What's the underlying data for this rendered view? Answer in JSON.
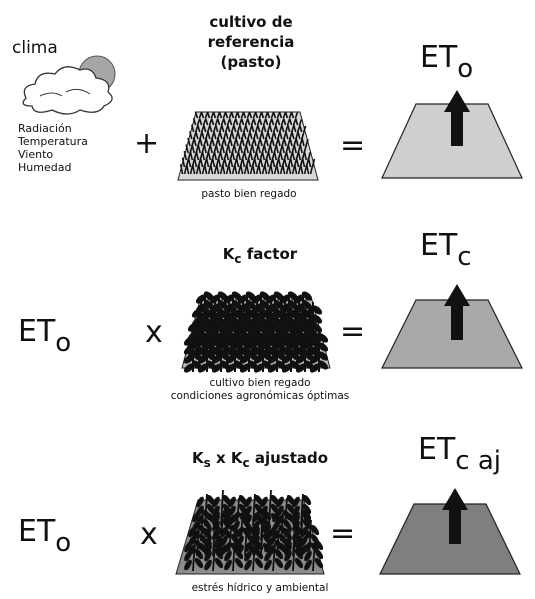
{
  "row1": {
    "clima_label": "clima",
    "weather_lines": [
      "Radiación",
      "Temperatura",
      "Viento",
      "Humedad"
    ],
    "plus": "+",
    "crop_title_lines": [
      "cultivo de",
      "referencia",
      "(pasto)"
    ],
    "crop_caption": "pasto bien regado",
    "equals": "=",
    "result_main": "ET",
    "result_sub": "o",
    "pad_fill": "#cfcfcf"
  },
  "row2": {
    "left_main": "ET",
    "left_sub": "o",
    "times": "x",
    "factor_main": "K",
    "factor_sub": "c",
    "factor_suffix": " factor",
    "caption_lines": [
      "cultivo bien regado",
      "condiciones agronómicas óptimas"
    ],
    "equals": "=",
    "result_main": "ET",
    "result_sub": "c",
    "pad_fill": "#a9a9a9"
  },
  "row3": {
    "left_main": "ET",
    "left_sub": "o",
    "times": "x",
    "ks_main": "K",
    "ks_sub": "s",
    "mid": " x ",
    "kc_main": "K",
    "kc_sub": "c",
    "suffix": " ajustado",
    "caption": "estrés hídrico y ambiental",
    "equals": "=",
    "result_main": "ET",
    "result_sub": "c aj",
    "pad_fill": "#7f7f7f"
  }
}
